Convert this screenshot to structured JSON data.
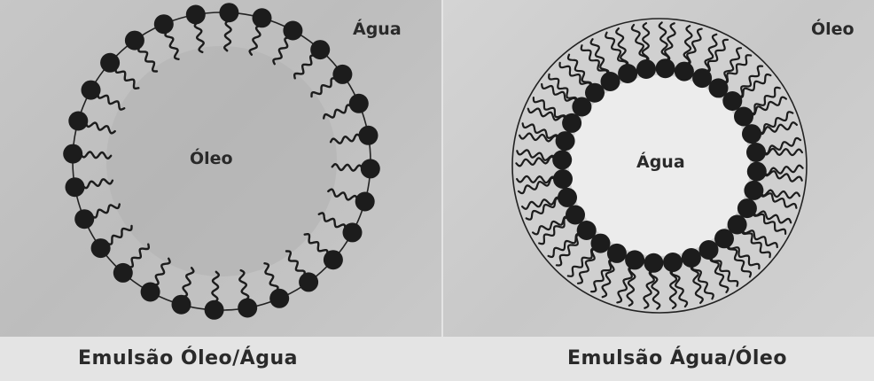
{
  "left_panel": {
    "outer_label": "Água",
    "center_label": "Óleo",
    "caption": "Emulsão Óleo/Água",
    "surfactant_count": 28
  },
  "right_panel": {
    "outer_label": "Óleo",
    "center_label": "Água",
    "caption": "Emulsão Água/Óleo",
    "surfactant_count": 32
  },
  "colors": {
    "head": "#1c1c1c",
    "tail": "#1c1c1c",
    "oil_core": "#b0b0b0",
    "water_core": "#ececec",
    "text": "#2a2a2a"
  }
}
